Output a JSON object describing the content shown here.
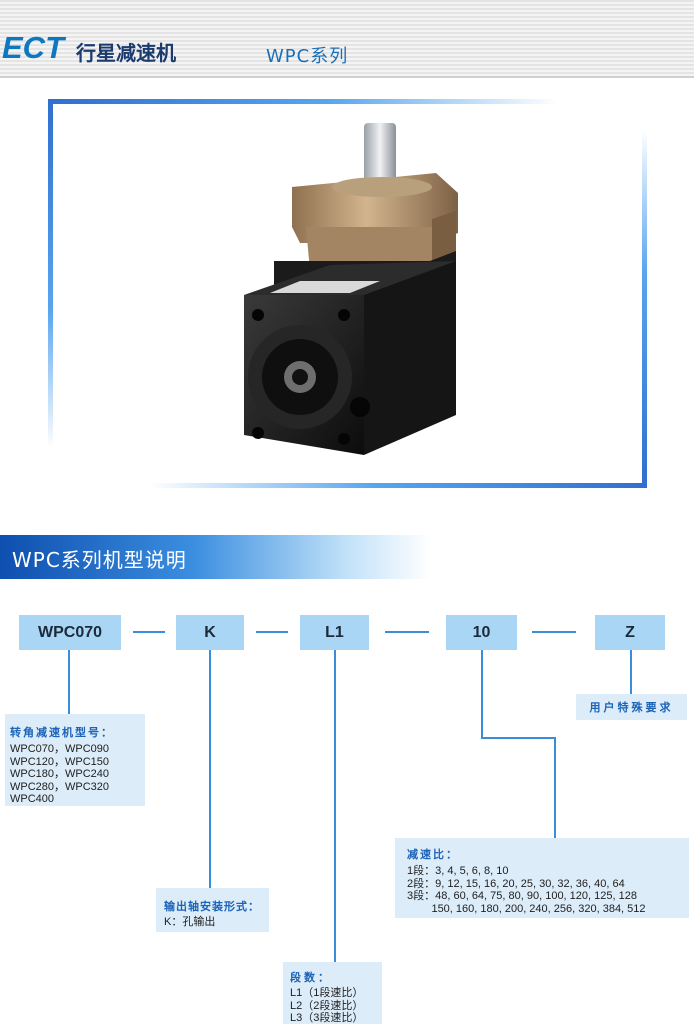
{
  "header": {
    "brand": "ECT",
    "brand_cn": "行星减速机",
    "series": "WPC系列"
  },
  "section": {
    "title": "WPC系列机型说明"
  },
  "model_code": {
    "parts": [
      "WPC070",
      "K",
      "L1",
      "10",
      "Z"
    ]
  },
  "descriptions": {
    "model": {
      "title": "转角减速机型号：",
      "lines": [
        "WPC070，WPC090",
        "WPC120，WPC150",
        "WPC180，WPC240",
        "WPC280，WPC320",
        "WPC400"
      ]
    },
    "output": {
      "title": "输出轴安装形式：",
      "lines": [
        "K：孔输出"
      ]
    },
    "stages": {
      "title": "段数：",
      "lines": [
        "L1（1段速比）",
        "L2（2段速比）",
        "L3（3段速比）"
      ]
    },
    "ratio": {
      "title": "减速比：",
      "lines": [
        "1段：3, 4, 5, 6, 8, 10",
        "2段：9, 12, 15, 16, 20, 25, 30, 32, 36, 40, 64",
        "3段：48, 60, 64, 75, 80, 90, 100, 120, 125, 128",
        "        150, 160, 180, 200, 240, 256, 320, 384, 512"
      ]
    },
    "special": {
      "title": "用户特殊要求"
    }
  },
  "colors": {
    "accent": "#0d77c0",
    "code_box": "#a9d6f4",
    "desc_box": "#dcecf9",
    "line": "#3a8ed8"
  }
}
